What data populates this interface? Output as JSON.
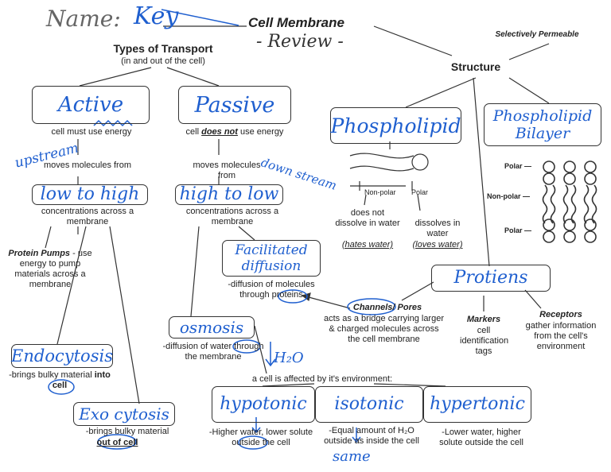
{
  "header": {
    "name_label": "Name:",
    "name_value": "Key",
    "title": "Cell Membrane",
    "subtitle": "- Review -"
  },
  "transport": {
    "heading": "Types of Transport",
    "subheading": "(in and out of the cell)",
    "active": {
      "box_text": "Active",
      "note": "cell must use energy",
      "moves": "moves molecules from",
      "upstream_note": "upstream",
      "gradient_box": "low to high",
      "concentrations": "concentrations across a membrane",
      "pumps_title": "Protein Pumps",
      "pumps_text": " - use energy to pump materials across a membrane",
      "endo_box": "Endocytosis",
      "endo_text_1": "-brings bulky material ",
      "endo_into": "into",
      "endo_cell": " cell",
      "exo_box": "Exo cytosis",
      "exo_text": "-brings bulky material",
      "exo_out": "out of cell"
    },
    "passive": {
      "box_text": "Passive",
      "note_prefix": "cell ",
      "note_emph": "does not",
      "note_suffix": " use energy",
      "moves": "moves molecules from",
      "downstream_note": "down stream",
      "gradient_box": "high to low",
      "concentrations": "concentrations across a membrane",
      "facilitated_box": "Facilitated diffusion",
      "facilitated_text": "-diffusion of molecules through proteins",
      "osmosis_box": "osmosis",
      "osmosis_text": "-diffusion of water through the membrane",
      "h2o_note": "H₂O"
    }
  },
  "structure": {
    "heading": "Structure",
    "selective": "Selectively Permeable",
    "phospholipid_box": "Phospholipid",
    "nonpolar_label": "Non-polar",
    "polar_label": "Polar",
    "nonpolar_text_1": "does not dissolve in water",
    "nonpolar_text_2": "(hates water)",
    "polar_text_1": "dissolves in water",
    "polar_text_2": "(loves water)",
    "bilayer_box": "Phospholipid Bilayer",
    "bilayer_labels": [
      "Polar —",
      "Non-polar —",
      "Polar —"
    ],
    "proteins_box": "Protiens",
    "channels_title": "Channels/ Pores",
    "channels_text": "acts as a bridge carrying larger & charged molecules across the cell membrane",
    "markers_title": "Markers",
    "markers_text": "cell identification tags",
    "receptors_title": "Receptors",
    "receptors_text": "gather information from the cell's environment"
  },
  "environment": {
    "heading": "a cell is affected by it's environment:",
    "hypotonic_box": "hypotonic",
    "hypotonic_text": "-Higher water, lower solute outside the cell",
    "isotonic_box": "isotonic",
    "isotonic_text": "-Equal amount of H₂O outside as inside the cell",
    "isotonic_note": "same",
    "hypertonic_box": "hypertonic",
    "hypertonic_text": "-Lower water, higher solute outside the cell"
  },
  "colors": {
    "ink": "#1f5fcf",
    "print": "#222222"
  }
}
